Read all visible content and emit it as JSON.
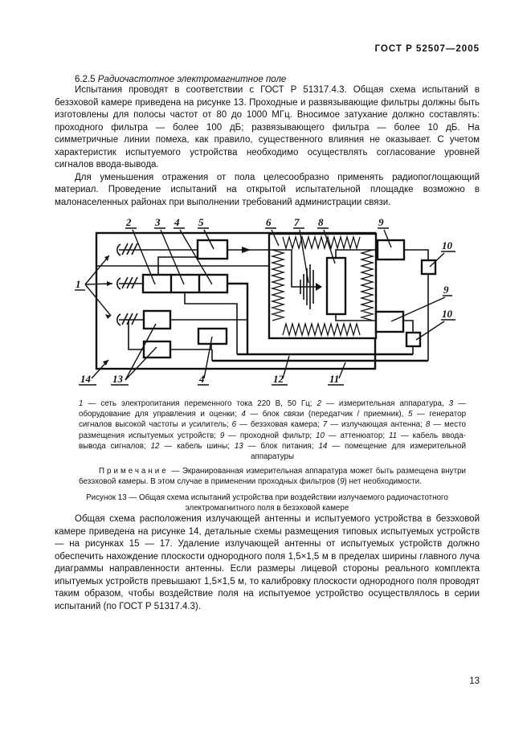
{
  "page": {
    "header": "ГОСТ Р 52507—2005",
    "number": "13"
  },
  "section": {
    "number": "6.2.5",
    "title": "Радиочастотное электромагнитное поле"
  },
  "paragraphs": {
    "p1": "Испытания проводят в соответствии с ГОСТ Р 51317.4.3. Общая схема испытаний в безэховой камере приведена на рисунке 13. Проходные и развязывающие фильтры должны быть изготовлены для полосы частот от 80 до 1000 МГц. Вносимое затухание должно составлять: проходного фильтра — более 100 дБ; развязывающего фильтра — более 10 дБ. На симметричные линии помеха, как правило, существенного влияния не оказывает. С учетом характеристик испытуемого устройства необходимо осуществлять согласование уровней сигналов ввода-вывода.",
    "p2": "Для уменьшения отражения от пола целесообразно применять радиопоглощающий материал. Проведение испытаний на открытой испытательной площадке возможно в малонаселенных районах при выполнении требований администрации связи.",
    "p3": "Общая схема расположения излучающей антенны и испытуемого устройства в безэховой камере приведена на рисунке 14, детальные схемы размещения типовых испытуемых устройств — на рисунках 15 — 17. Удаление излучающей антенны от испытуемых устройств должно обеспечить нахождение плоскости однородного поля 1,5×1,5 м в пределах ширины главного луча диаграммы направленности антенны. Если размеры лицевой стороны реального комплекта ипытуемых устройств превышают 1,5×1,5 м, то калибровку плоскости однородного поля проводят таким образом, чтобы воздействие поля на испытуемое устройство осуществлялось в серии испытаний (по ГОСТ Р 51317.4.3)."
  },
  "figure": {
    "labels": {
      "n1": "1",
      "n2": "2",
      "n3": "3",
      "n4": "4",
      "n5": "5",
      "n6": "6",
      "n7": "7",
      "n8": "8",
      "n9a": "9",
      "n9b": "9",
      "n10a": "10",
      "n10b": "10",
      "n11": "11",
      "n12": "12",
      "n13": "13",
      "n14": "14",
      "n4b": "4"
    },
    "legend": {
      "items": [
        {
          "n": "1",
          "t": "— сеть электропитания переменного тока 220 В, 50 Гц;"
        },
        {
          "n": "2",
          "t": "— измерительная аппаратура,"
        },
        {
          "n": "3",
          "t": "— оборудование для управления и оценки;"
        },
        {
          "n": "4",
          "t": "— блок связи (передатчик / приемник),"
        },
        {
          "n": "5",
          "t": "— генератор сигналов высокой частоты и усилитель;"
        },
        {
          "n": "6",
          "t": "— безэховая камера;"
        },
        {
          "n": "7",
          "t": "— излучающая антенна;"
        },
        {
          "n": "8",
          "t": "— место размещения испытуемых устройств;"
        },
        {
          "n": "9",
          "t": "— проходной фильтр;"
        },
        {
          "n": "10",
          "t": "— аттенюатор;"
        },
        {
          "n": "11",
          "t": "— кабель ввода-вывода сигналов;"
        },
        {
          "n": "12",
          "t": "— кабель шины;"
        },
        {
          "n": "13",
          "t": "— блок питания;"
        },
        {
          "n": "14",
          "t": "— помещение для измерительной аппаратуры"
        }
      ]
    },
    "note": {
      "label": "Примечание",
      "text_before": "— Экранированная измерительная аппаратура может быть размещена внутри безэховой камеры. В этом случае в применении проходных фильтров (",
      "ref": "9",
      "text_after": ") нет необходимости."
    },
    "caption": "Рисунок 13 — Общая схема испытаний устройства при воздействии излучаемого радиочастотного электромагнитного поля в безэховой камере"
  }
}
